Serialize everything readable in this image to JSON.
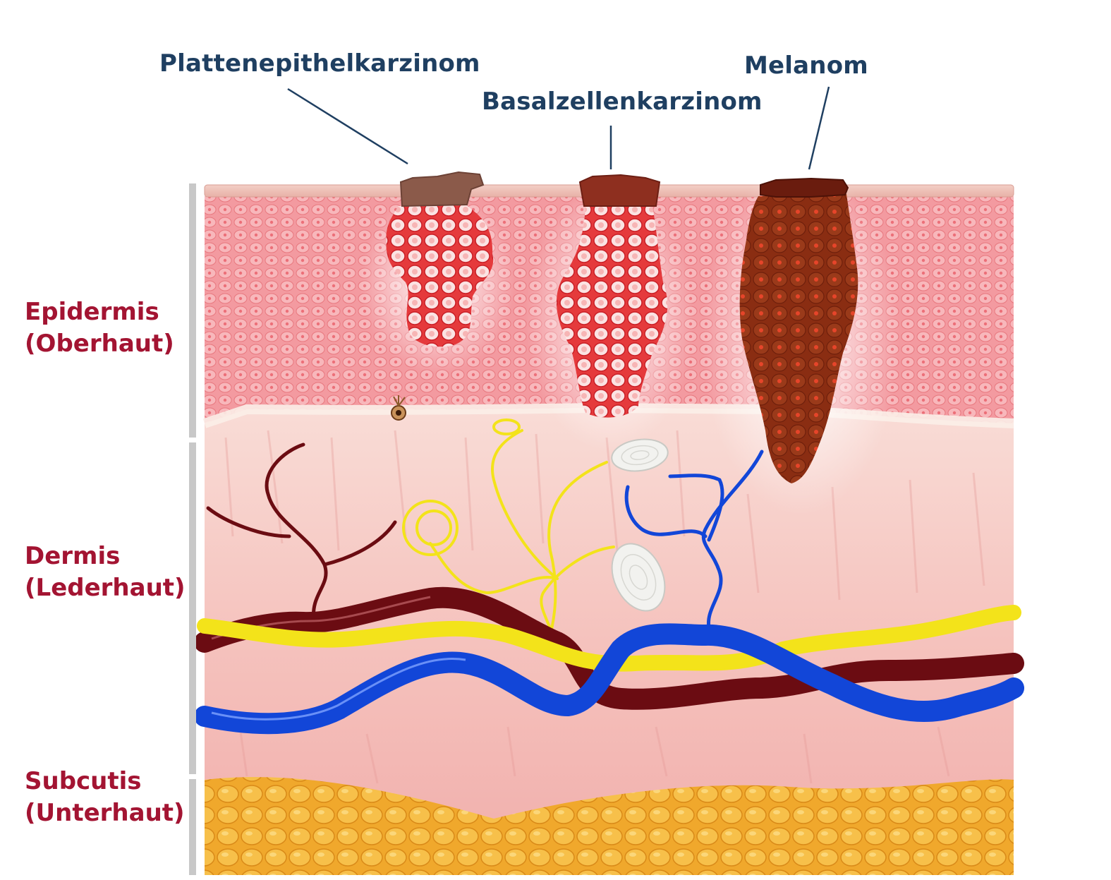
{
  "callouts": {
    "squamous": "Plattenepithelkarzinom",
    "basal": "Basalzellenkarzinom",
    "melanoma": "Melanom"
  },
  "layers": {
    "epidermis": {
      "name": "Epidermis",
      "sub": "(Oberhaut)"
    },
    "dermis": {
      "name": "Dermis",
      "sub": "(Lederhaut)"
    },
    "subcutis": {
      "name": "Subcutis",
      "sub": "(Unterhaut)"
    }
  },
  "colors": {
    "callout_text": "#1f3f61",
    "layer_text": "#a31432",
    "epidermis": "#f4a3a8",
    "dermis": "#f7c9c4",
    "subcutis": "#f2b43a",
    "artery": "#6b0c12",
    "vein": "#1246d8",
    "nerve": "#f3e31a",
    "melanoma": "#8a2a10",
    "carcinoma": "#e42228"
  }
}
